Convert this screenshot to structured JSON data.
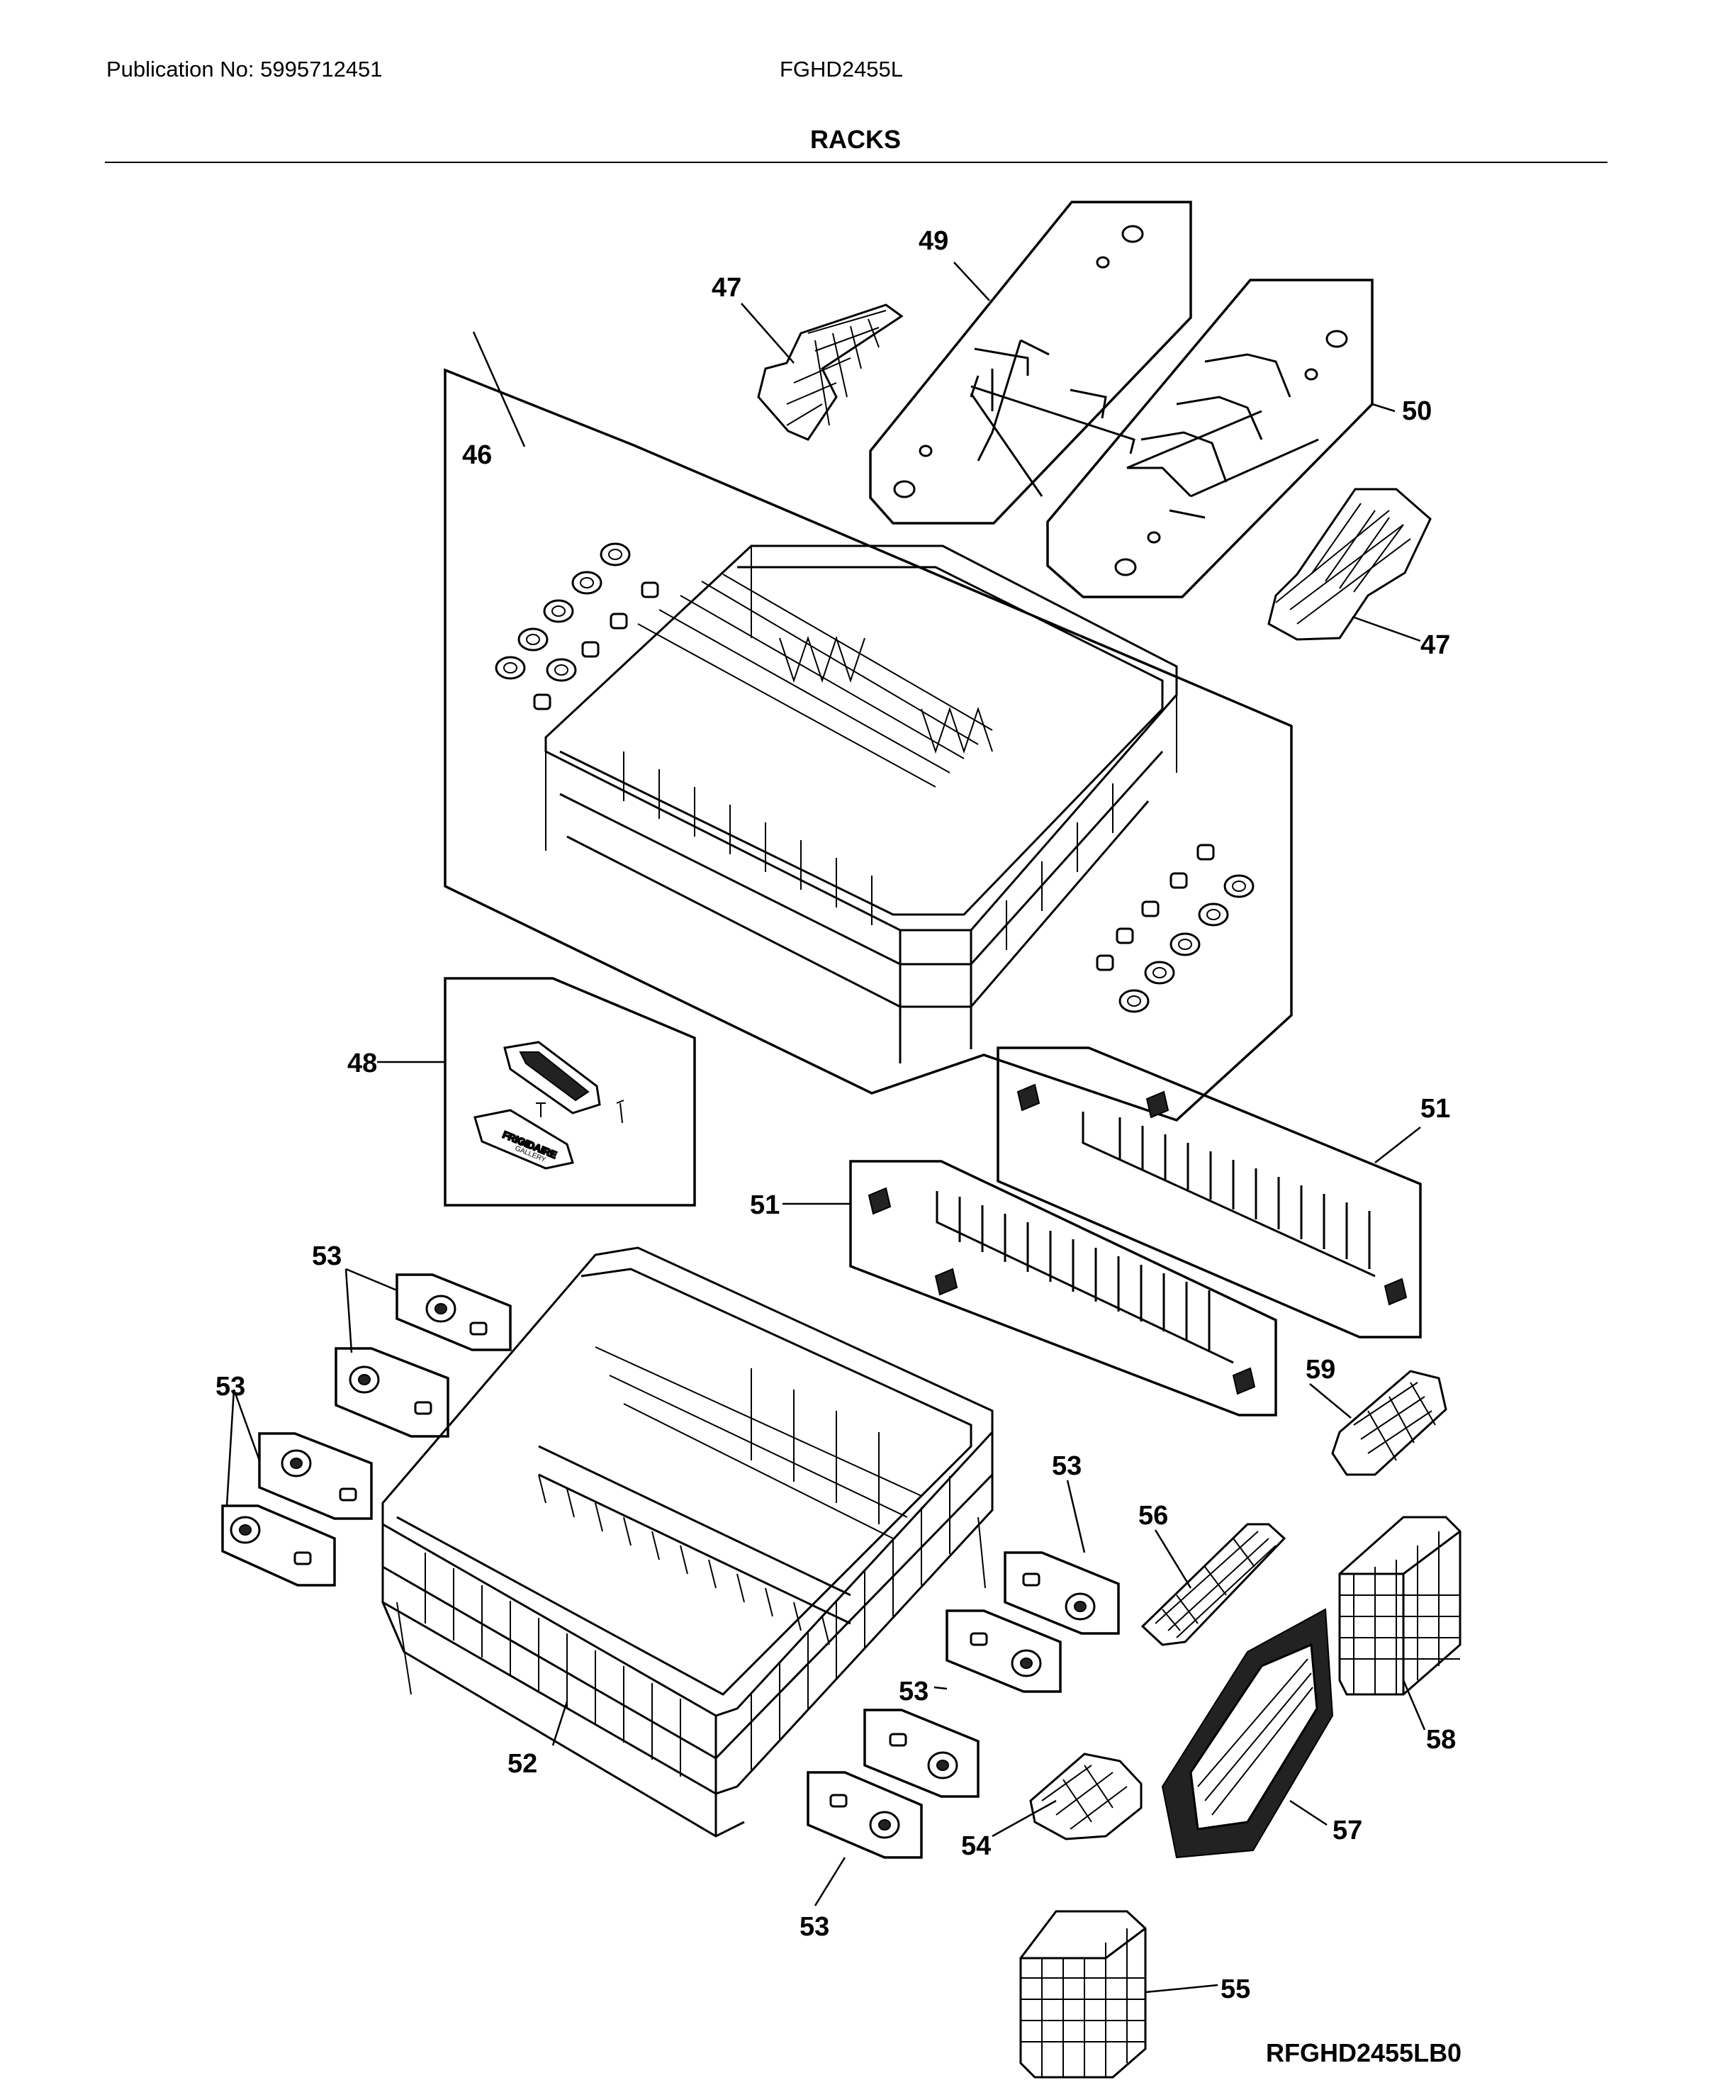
{
  "header": {
    "publication": "Publication No: 5995712451",
    "model": "FGHD2455L",
    "section_title": "RACKS"
  },
  "footer": {
    "drawing_code": "RFGHD2455LB0"
  },
  "callouts": {
    "c46": "46",
    "c47a": "47",
    "c47b": "47",
    "c48": "48",
    "c49": "49",
    "c50": "50",
    "c51a": "51",
    "c51b": "51",
    "c52": "52",
    "c53a": "53",
    "c53b": "53",
    "c53c": "53",
    "c53d": "53",
    "c53e": "53",
    "c54": "54",
    "c55": "55",
    "c56": "56",
    "c57": "57",
    "c58": "58",
    "c59": "59"
  },
  "handle_label": {
    "brand": "FRIGIDAIRE",
    "sub": "GALLERY"
  }
}
